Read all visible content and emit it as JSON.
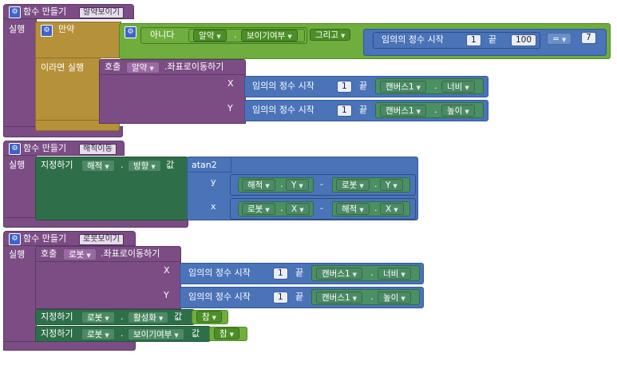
{
  "proc1": {
    "header": "함수 만들기",
    "name": "알약보이기",
    "do": "실행",
    "if_label": "만약",
    "then_label": "이라면 실행",
    "not_label": "아니다",
    "and_label": "그리고",
    "cond_comp": "알약",
    "cond_prop": "보이기여부",
    "rand_label": "임의의 정수 시작",
    "rand_from": "1",
    "rand_to_label": "끝",
    "rand_to": "100",
    "eq_op": "=",
    "eq_value": "7",
    "call_label": "호출",
    "call_comp": "알약",
    "call_method": ".좌표로이동하기",
    "x_label": "X",
    "y_label": "Y",
    "x_rand_from": "1",
    "x_canvas": "캔버스1",
    "x_prop": "너비",
    "y_rand_from": "1",
    "y_canvas": "캔버스1",
    "y_prop": "높이"
  },
  "proc2": {
    "header": "함수 만들기",
    "name": "해적이동",
    "do": "실행",
    "set_label": "지정하기",
    "set_comp": "해적",
    "set_prop": "방향",
    "value_label": "값",
    "atan2": "atan2",
    "y_label": "y",
    "x_label": "x",
    "y_a_comp": "해적",
    "y_a_prop": "Y",
    "minus": "-",
    "y_b_comp": "로봇",
    "y_b_prop": "Y",
    "x_a_comp": "로봇",
    "x_a_prop": "X",
    "x_b_comp": "해적",
    "x_b_prop": "X"
  },
  "proc3": {
    "header": "함수 만들기",
    "name": "로봇보이기",
    "do": "실행",
    "call_label": "호출",
    "call_comp": "로봇",
    "call_method": ".좌표로이동하기",
    "x_label": "X",
    "y_label": "Y",
    "rand_label": "임의의 정수 시작",
    "rand_to_label": "끝",
    "x_rand_from": "1",
    "x_canvas": "캔버스1",
    "x_prop": "너비",
    "y_rand_from": "1",
    "y_canvas": "캔버스1",
    "y_prop": "높이",
    "set_label": "지정하기",
    "value_label": "값",
    "set1_comp": "로봇",
    "set1_prop": "활성화",
    "set1_value": "참",
    "set2_comp": "로봇",
    "set2_prop": "보이기여부",
    "set2_value": "참"
  },
  "colors": {
    "procedure": "#7b4d84",
    "control": "#b5913a",
    "logic": "#6fae3e",
    "math": "#4a73b8",
    "setter": "#2e6f49"
  },
  "icons": {
    "mutator": "gear-icon",
    "dropdown": "dropdown-arrow-icon"
  }
}
